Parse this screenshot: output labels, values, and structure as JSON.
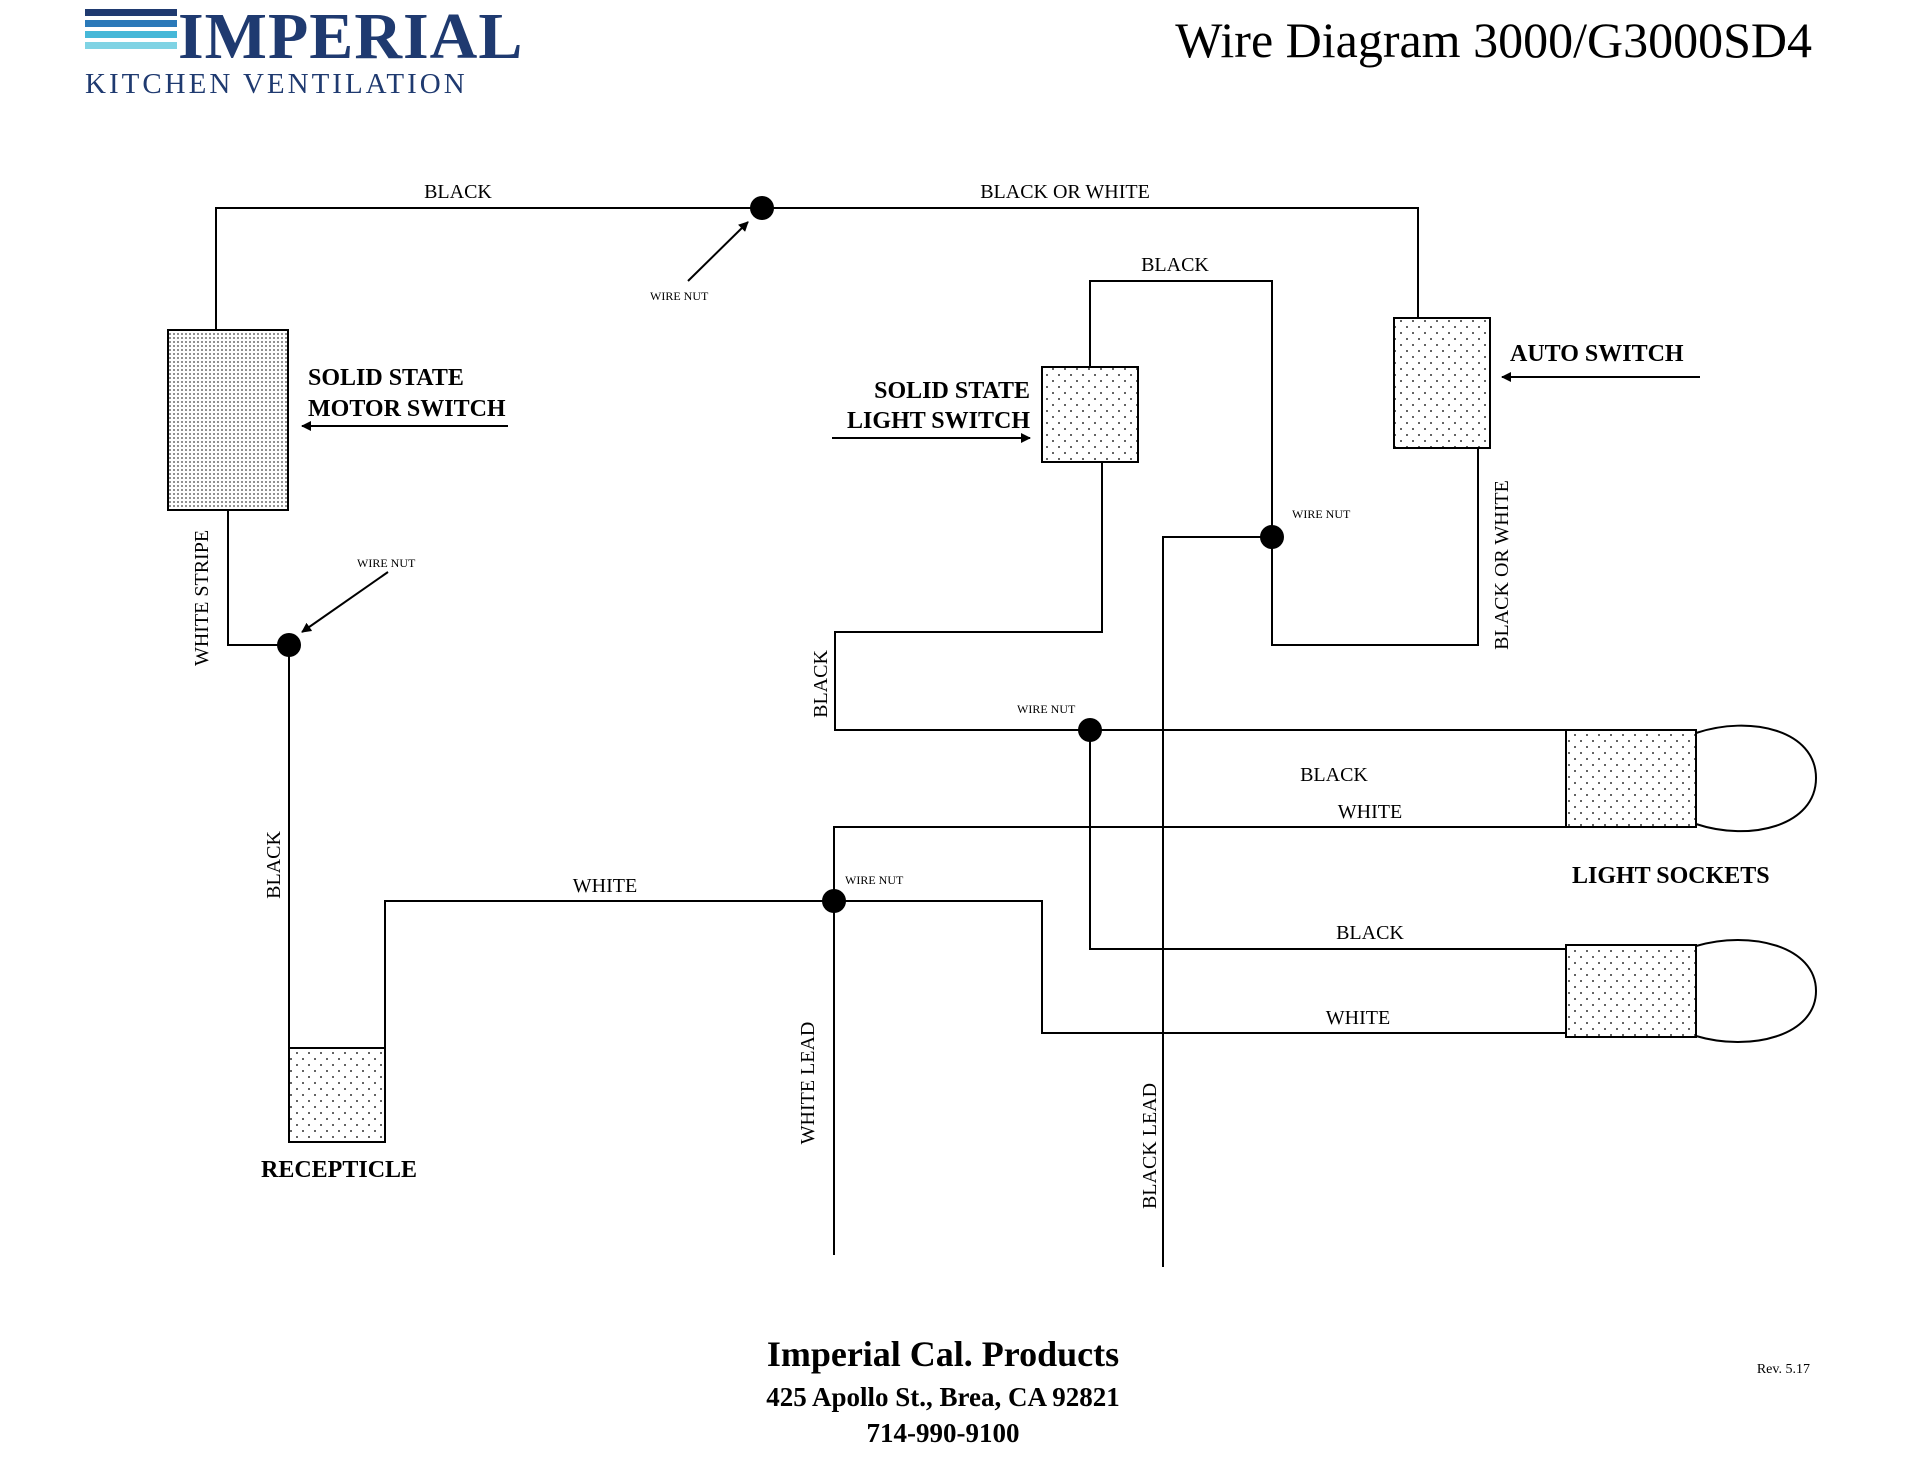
{
  "logo": {
    "brand": "IMPERIAL",
    "subtitle": "KITCHEN VENTILATION",
    "colors": {
      "text": "#1f3a70",
      "stripes": [
        "#1f3a70",
        "#2a79b9",
        "#46b8d8",
        "#7fd3e4"
      ]
    }
  },
  "title": "Wire Diagram 3000/G3000SD4",
  "components": {
    "motor_switch": [
      "SOLID STATE",
      "MOTOR SWITCH"
    ],
    "light_switch": [
      "SOLID STATE",
      "LIGHT SWITCH"
    ],
    "auto_switch": "AUTO SWITCH",
    "receptacle": "RECEPTICLE",
    "light_sockets": "LIGHT SOCKETS"
  },
  "wires": {
    "top_left": "BLACK",
    "top_right": "BLACK OR WHITE",
    "light_switch_top": "BLACK",
    "auto_switch_out": "BLACK OR WHITE",
    "motor_down": "WHITE STRIPE",
    "receptacle_hot": "BLACK",
    "receptacle_neutral": "WHITE",
    "light_switch_out": "BLACK",
    "socket1_hot": "BLACK",
    "socket1_neutral": "WHITE",
    "socket2_hot": "BLACK",
    "socket2_neutral": "WHITE",
    "white_lead": "WHITE LEAD",
    "black_lead": "BLACK LEAD"
  },
  "wire_nuts": {
    "top": "WIRE NUT",
    "left": "WIRE NUT",
    "right": "WIRE NUT",
    "center": "WIRE NUT",
    "bottom": "WIRE NUT"
  },
  "company": {
    "name": "Imperial Cal. Products",
    "address": "425 Apollo St., Brea, CA 92821",
    "phone": "714-990-9100"
  },
  "revision": "Rev. 5.17"
}
